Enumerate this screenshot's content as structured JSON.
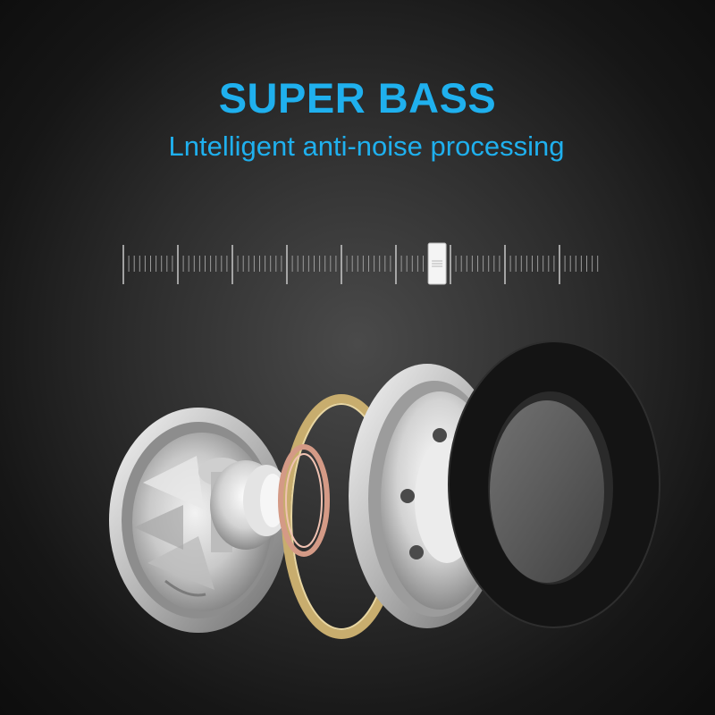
{
  "headline": "SUPER BASS",
  "subline": "Lntelligent anti-noise processing",
  "colors": {
    "accent": "#1fb0ee",
    "background": "#2c2c2c",
    "metal": "#d6d6d6",
    "foam_ring": "#111111",
    "gold_ring": "#c8ad6e",
    "copper_coil": "#d49a86"
  },
  "slider": {
    "level": 0.66
  },
  "product": {
    "components": [
      "earphone-shell",
      "driver-magnet",
      "gold-ring",
      "copper-coil",
      "driver-cover",
      "foam-ring"
    ]
  }
}
